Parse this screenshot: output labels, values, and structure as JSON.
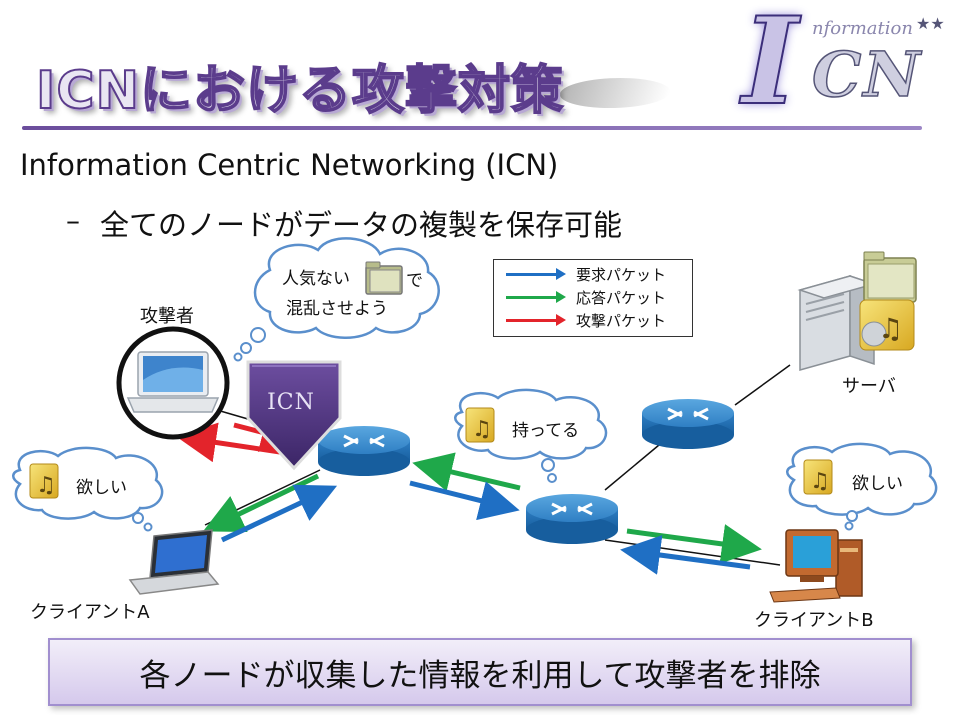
{
  "title": "ICNにおける攻撃対策",
  "logo": {
    "big_letter": "I",
    "small_text": "nformation",
    "cn_text": "CN",
    "stars": "★★"
  },
  "bullets": {
    "main": "Information Centric Networking (ICN)",
    "dash": "–",
    "sub": "全てのノードがデータの複製を保存可能"
  },
  "legend": {
    "items": [
      {
        "label": "要求パケット",
        "color": "#1f6fc4"
      },
      {
        "label": "応答パケット",
        "color": "#1fa84a"
      },
      {
        "label": "攻撃パケット",
        "color": "#e3242b"
      }
    ]
  },
  "labels": {
    "attacker": "攻撃者",
    "server": "サーバ",
    "client_a": "クライアントA",
    "client_b": "クライアントB",
    "icn_shield": "ICN"
  },
  "bubbles": {
    "attacker_line1": "人気ない",
    "attacker_line1_end": "で",
    "attacker_line2": "混乱させよう",
    "router": "持ってる",
    "client_a": "欲しい",
    "client_b": "欲しい"
  },
  "bottom": {
    "text": "各ノードが収集した情報を利用して攻撃者を排除"
  },
  "colors": {
    "request": "#1f6fc4",
    "response": "#1fa84a",
    "attack": "#e3242b",
    "accent": "#5b3c8c"
  }
}
